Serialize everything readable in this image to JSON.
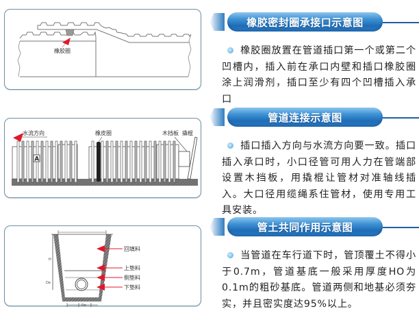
{
  "sections": [
    {
      "title": "橡胶密封圈承接口示意图",
      "description": "橡胶圈放置在管道插口第一个或第二个凹槽内，插入前在承口内壁和插口橡胶圈涂上润滑剂，插口至少有四个凹槽插入承口",
      "diagram": {
        "labels": {
          "gasket": "橡胶圈"
        }
      }
    },
    {
      "title": "管道连接示意图",
      "description": "插口插入方向与水流方向要一致。插口插入承口时，小口径管可用人力在管端部设置木挡板，用撬棍让管材对准轴线插入。大口径用缆绳系住管材，使用专用工具安装。",
      "diagram": {
        "labels": {
          "flow_direction": "水流方向",
          "rubber_ring": "橡皮圈",
          "wood_board": "木挡板",
          "crowbar": "撬棍",
          "marker": "A"
        }
      }
    },
    {
      "title": "管土共同作用示意图",
      "description": "当管道在车行道下时，管顶覆土不得小于0.7m，管道基底一般采用厚度HO为0.1m的粗砂基底。管道两侧和地基必须夯实，并且密实度达95%以上。",
      "diagram": {
        "labels": {
          "backfill": "回填料",
          "upper_cushion": "上垫料",
          "side_cushion": "侧垫料",
          "lower_cushion": "下垫料",
          "height": "H",
          "diameter_side": "De",
          "diameter_bottom": "De"
        }
      }
    }
  ],
  "colors": {
    "accent_blue": "#1e6cb6",
    "frame": "#6f8fa3",
    "arrow_red": "#e0192a",
    "bullet": "#7cc0ea"
  }
}
